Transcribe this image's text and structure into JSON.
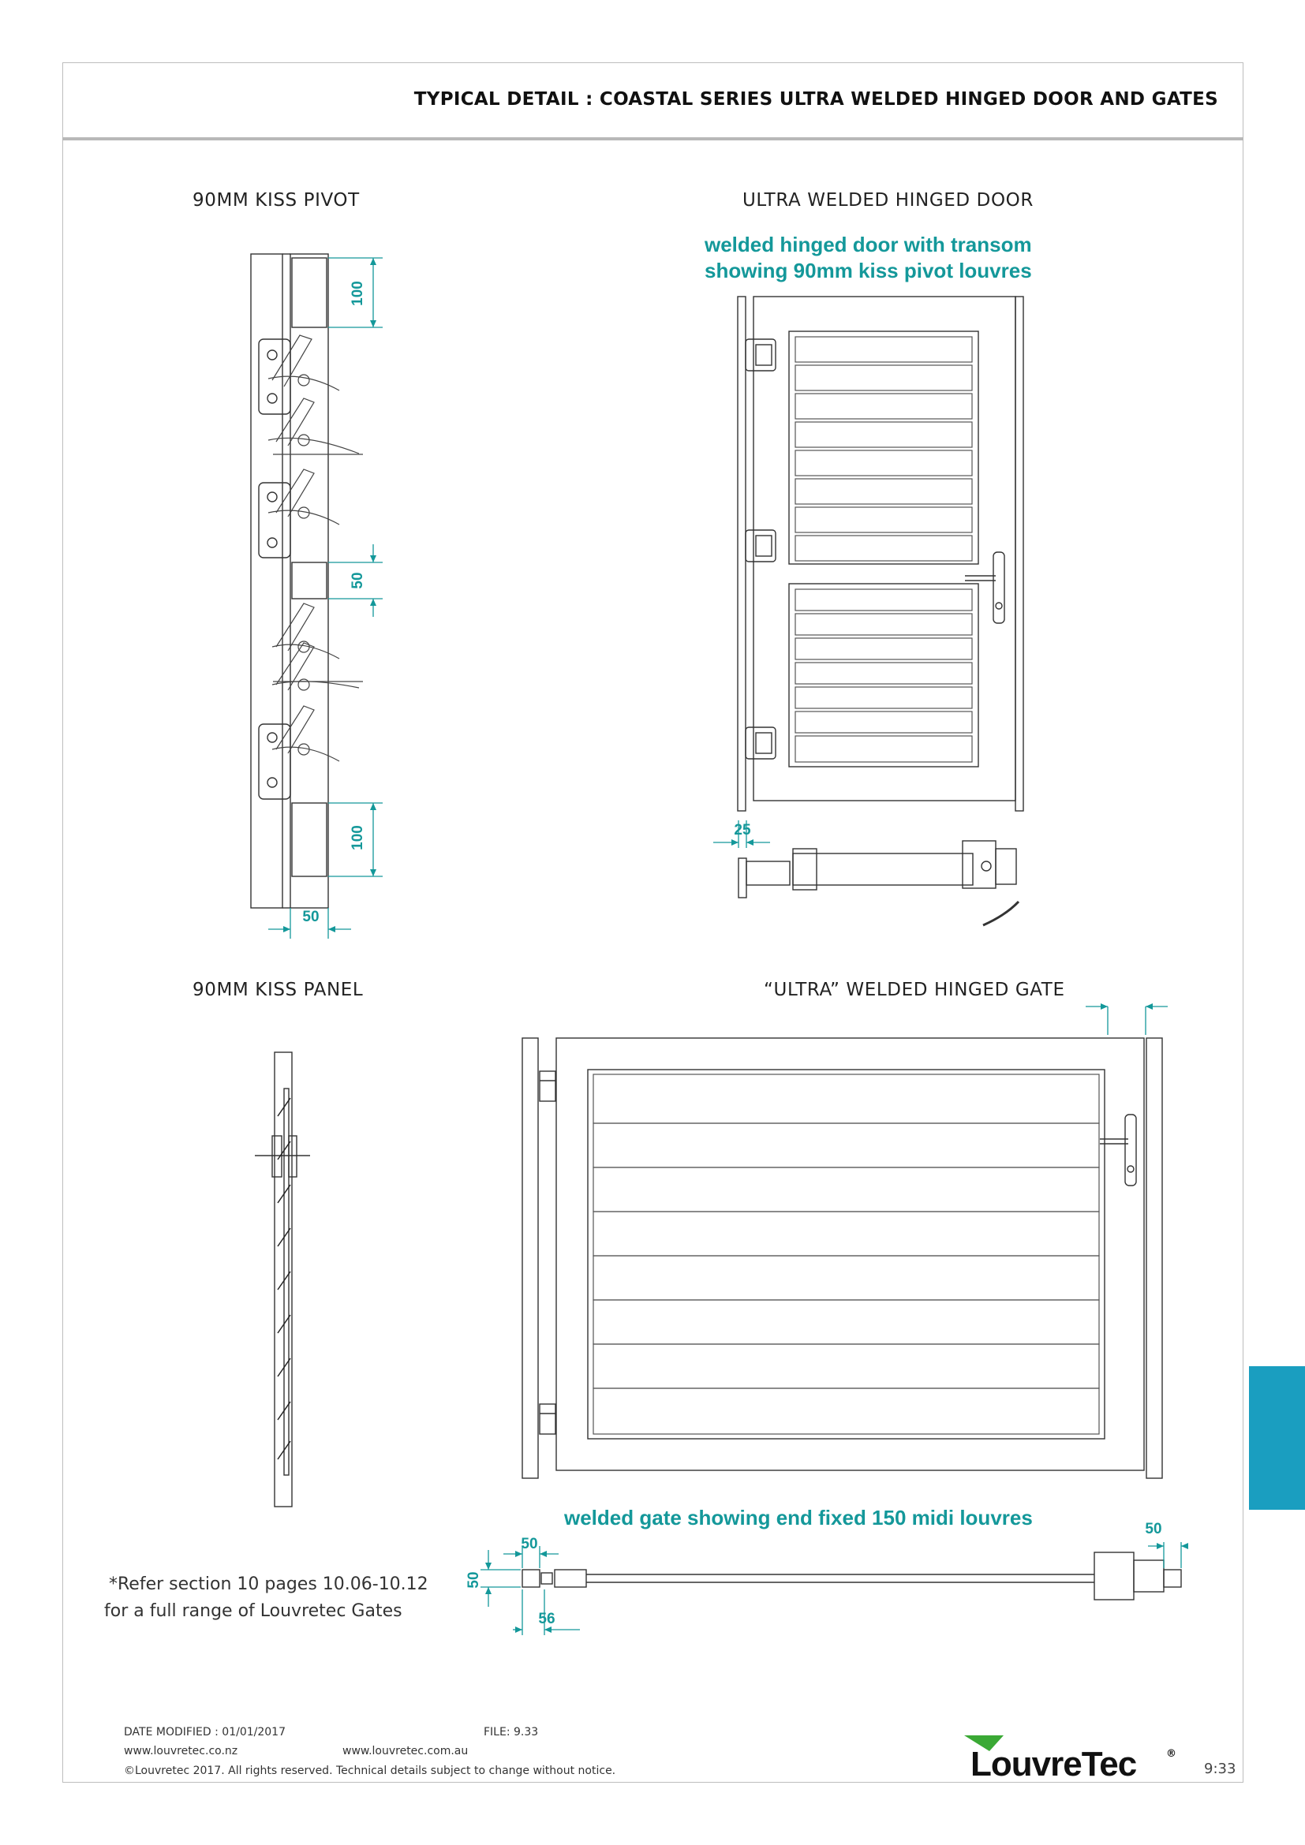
{
  "header": {
    "title": "TYPICAL DETAIL : COASTAL SERIES ULTRA WELDED HINGED DOOR AND GATES"
  },
  "sections": {
    "kiss_pivot": "90MM KISS PIVOT",
    "ultra_door": "ULTRA WELDED HINGED DOOR",
    "kiss_panel": "90MM KISS PANEL",
    "ultra_gate": "“ULTRA” WELDED HINGED GATE"
  },
  "captions": {
    "door_line1": "welded hinged door with transom",
    "door_line2": "showing 90mm kiss pivot louvres",
    "gate": "welded gate showing end fixed 150 midi louvres"
  },
  "dimensions": {
    "pivot_top": "100",
    "pivot_mid": "50",
    "pivot_bottom": "100",
    "pivot_width": "50",
    "door_gap": "25",
    "gate_left_width": "50",
    "gate_left_height": "50",
    "gate_left_offset": "56",
    "gate_right_width": "50"
  },
  "note": {
    "line1": "*Refer section 10 pages 10.06-10.12",
    "line2": "for a full range of Louvretec Gates"
  },
  "footer": {
    "date_modified": "DATE MODIFIED : 01/01/2017",
    "file": "FILE: 9.33",
    "site_nz": "www.louvretec.co.nz",
    "site_au": "www.louvretec.com.au",
    "copyright": "©Louvretec 2017. All rights reserved. Technical details subject to change without notice."
  },
  "logo": {
    "text": "LouvreTec",
    "mark": "®"
  },
  "page_number": "9:33",
  "colors": {
    "accent_teal": "#14989a",
    "side_tab": "#1a9ec0",
    "logo_green": "#3aa935"
  }
}
